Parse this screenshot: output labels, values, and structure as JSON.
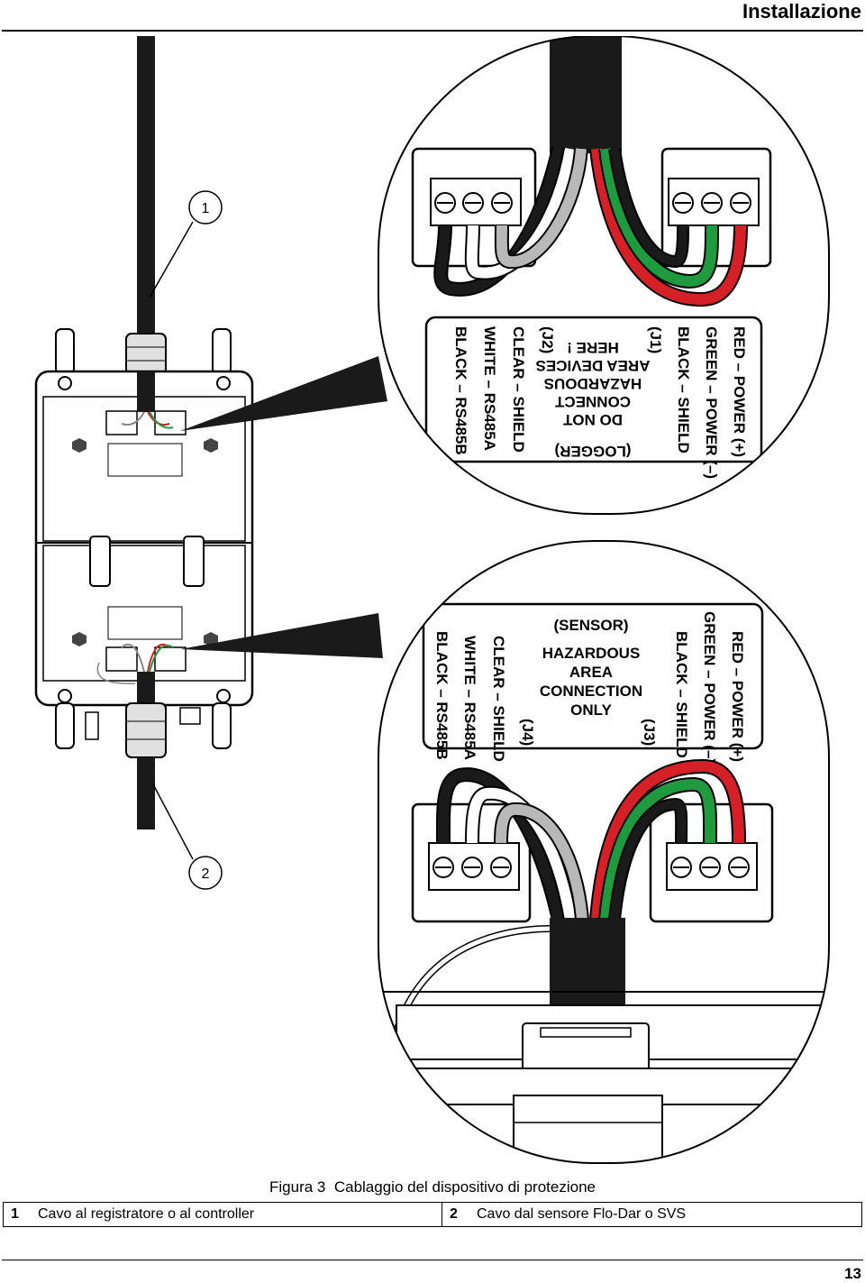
{
  "header": {
    "title": "Installazione"
  },
  "figure": {
    "callout_1": "1",
    "callout_2": "2",
    "logger_label": {
      "lines": [
        "RED – POWER (+)",
        "GREEN – POWER (–)",
        "BLACK – SHIELD",
        "(J1)"
      ],
      "center": [
        "(LOGGER)",
        "DO NOT",
        "CONNECT",
        "HAZARDOUS",
        "AREA DEVICES",
        "HERE !"
      ],
      "lines_j2": [
        "(J2)",
        "CLEAR – SHIELD",
        "WHITE – RS485A",
        "BLACK – RS485B"
      ]
    },
    "sensor_label": {
      "lines": [
        "RED – POWER (+)",
        "GREEN – POWER (–)",
        "BLACK – SHIELD",
        "(J3)"
      ],
      "center": [
        "(SENSOR)",
        "HAZARDOUS",
        "AREA",
        "CONNECTION",
        "ONLY"
      ],
      "lines_j4": [
        "(J4)",
        "CLEAR – SHIELD",
        "WHITE – RS485A",
        "BLACK – RS485B"
      ]
    },
    "colors": {
      "red": "#d62027",
      "green": "#1f9a3f",
      "black": "#1a1a1a",
      "clear": "#b8b8b8",
      "white": "#ffffff"
    }
  },
  "caption": {
    "prefix": "Figura 3",
    "text": "Cablaggio del dispositivo di protezione"
  },
  "legend": [
    {
      "num": "1",
      "text": "Cavo al registratore o al controller"
    },
    {
      "num": "2",
      "text": "Cavo dal sensore Flo-Dar o SVS"
    }
  ],
  "footer": {
    "page": "13"
  }
}
